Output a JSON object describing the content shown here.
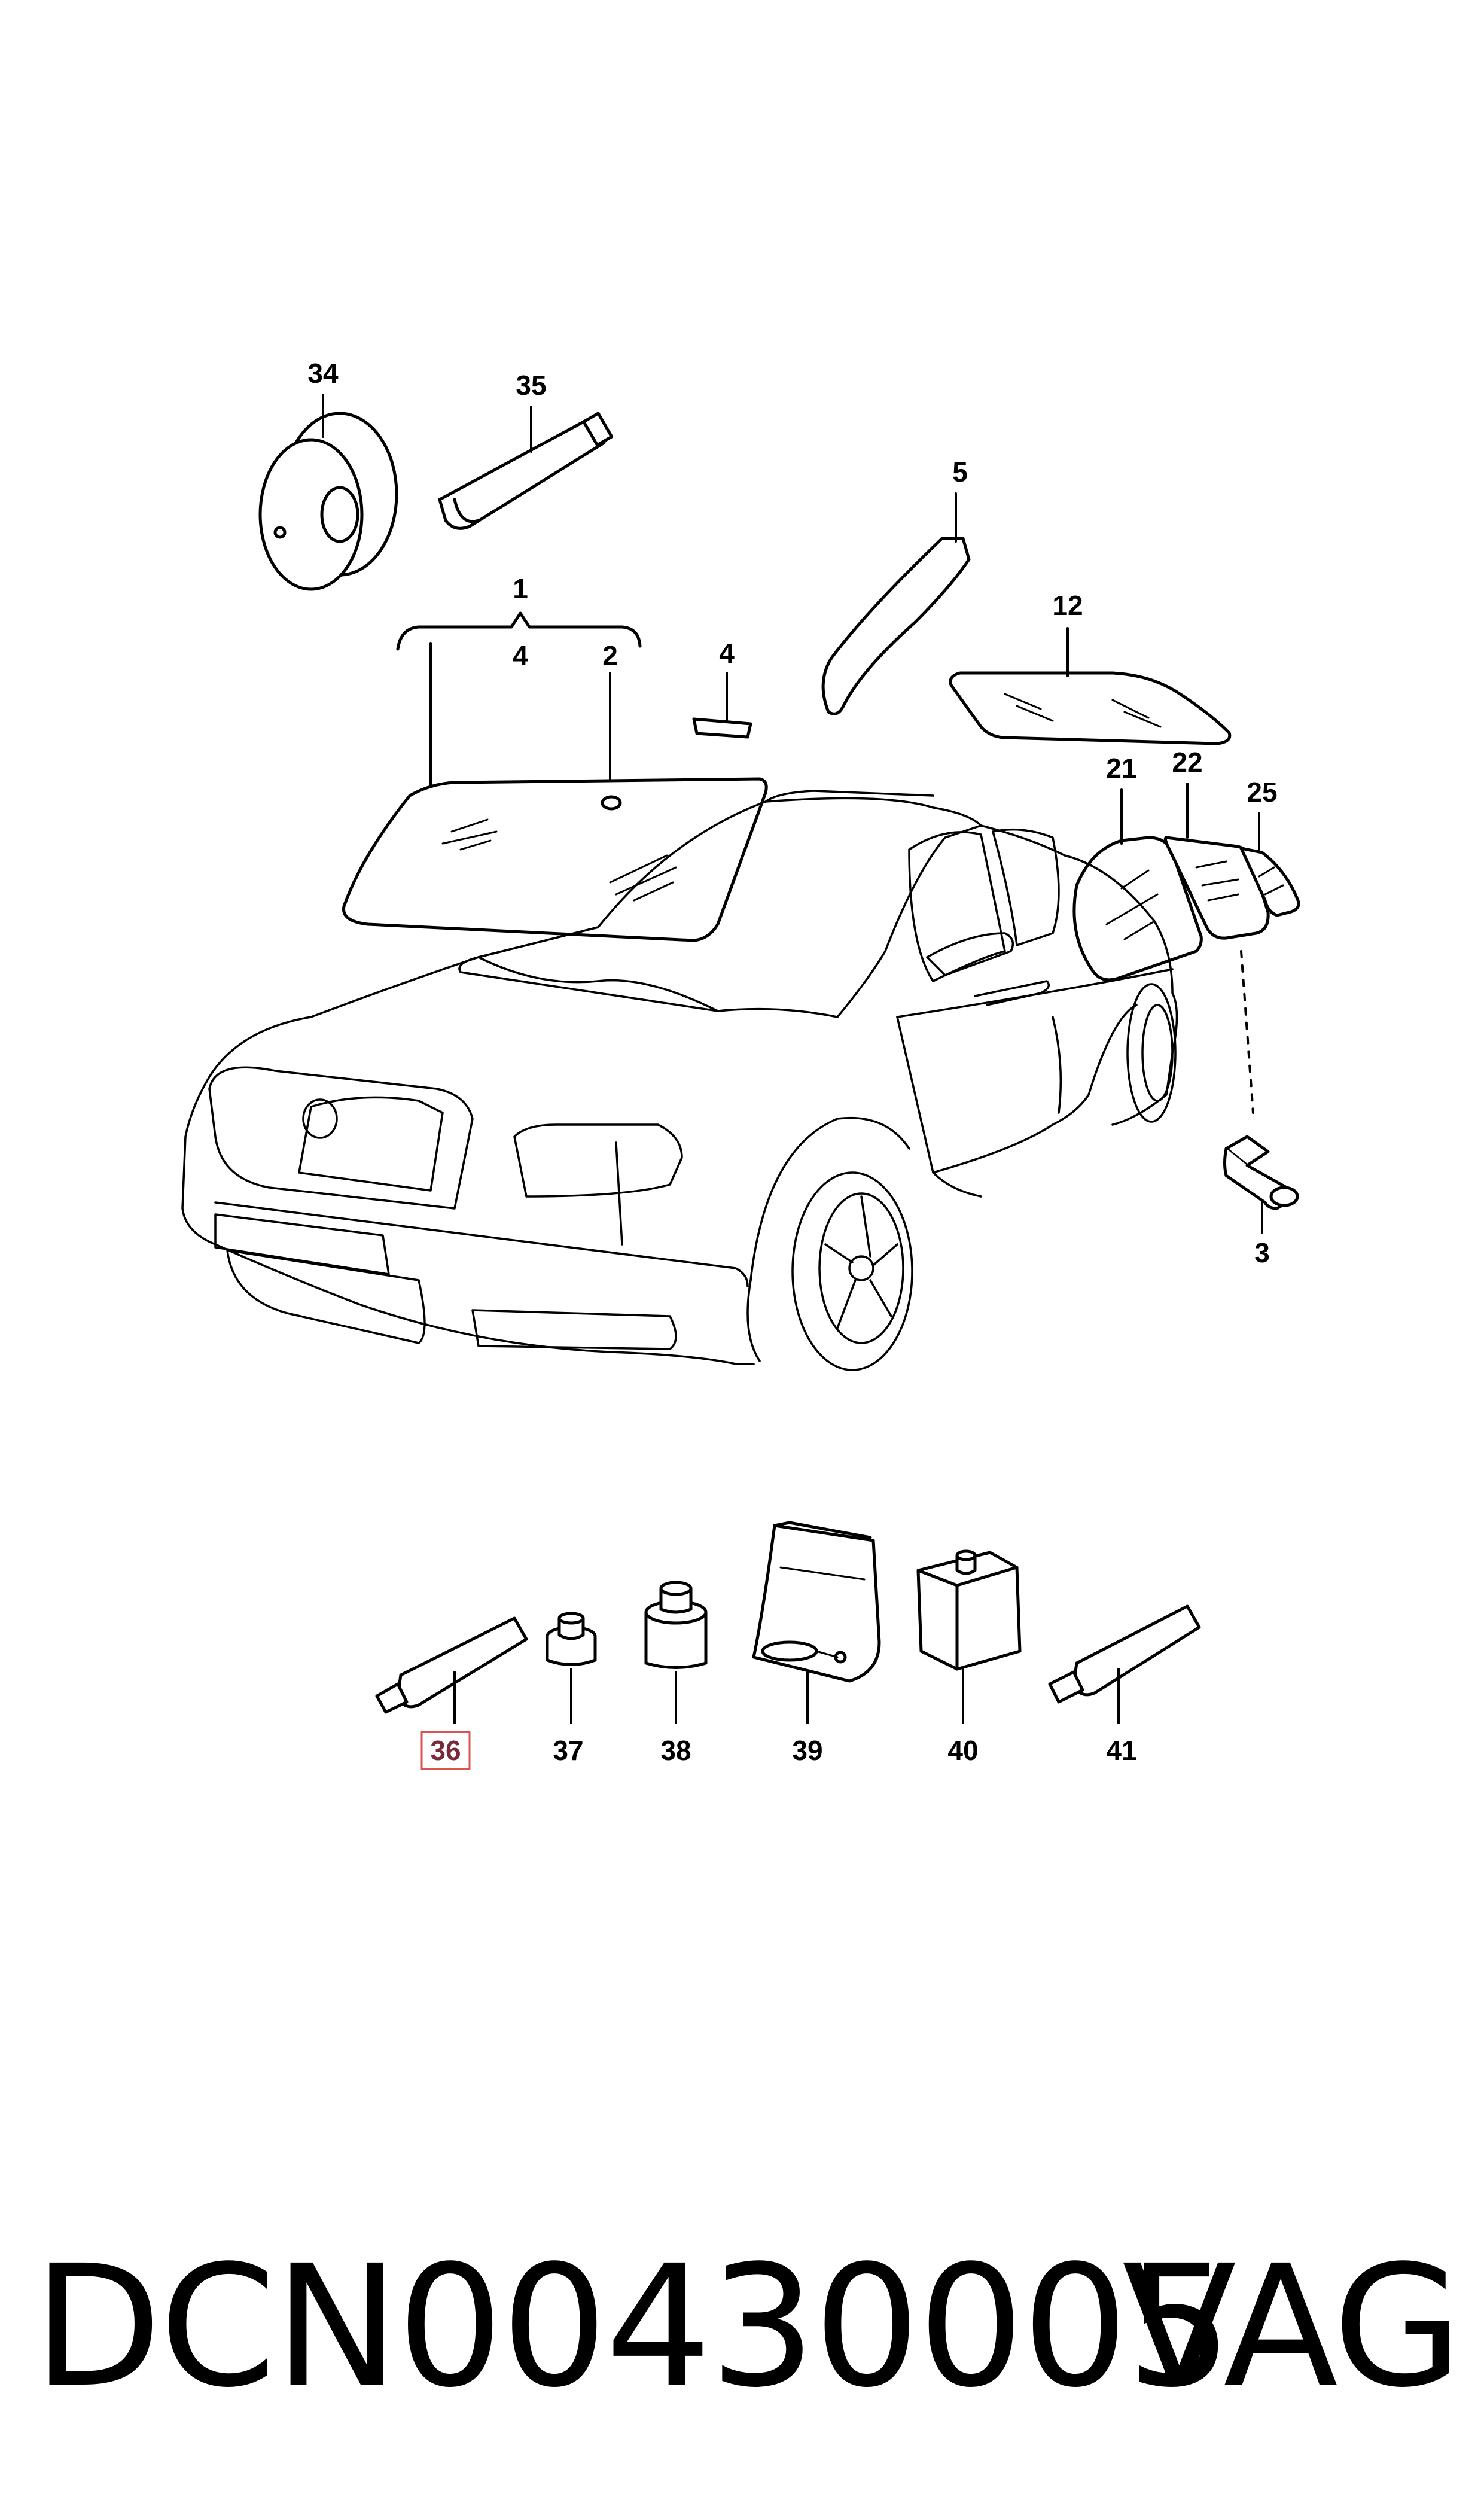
{
  "diagram": {
    "callouts": {
      "c34": "34",
      "c35": "35",
      "c5": "5",
      "c1": "1",
      "c4a": "4",
      "c2": "2",
      "c4b": "4",
      "c12": "12",
      "c21": "21",
      "c22": "22",
      "c25": "25",
      "c3": "3",
      "c36": "36",
      "c37": "37",
      "c38": "38",
      "c39": "39",
      "c40": "40",
      "c41": "41"
    },
    "highlighted_callout": "36",
    "highlight_color": "#d9534f"
  },
  "footer": {
    "part_code": "DCN00430005",
    "brand": "VAG"
  }
}
